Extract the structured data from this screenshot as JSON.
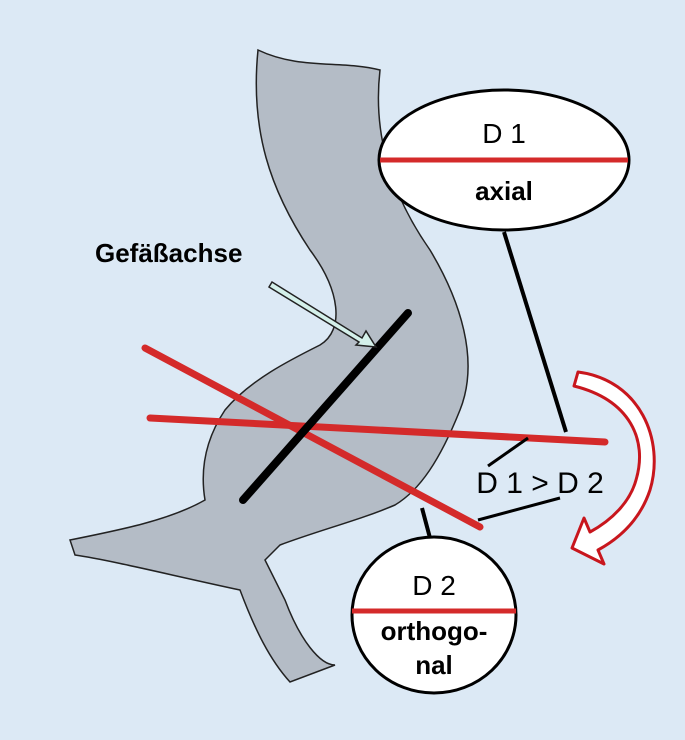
{
  "diagram": {
    "background_color": "#dce9f5",
    "vessel_color": "#b4bcc6",
    "measure_line_color": "#d42a2a",
    "axis_line_color": "#000000",
    "arrow_color": "#c8161d",
    "labels": {
      "vessel_axis": "Gefäßachse",
      "d1_title": "D 1",
      "d1_sub": "axial",
      "comparison": "D 1 > D 2",
      "d2_title": "D 2",
      "d2_sub_line1": "orthogo-",
      "d2_sub_line2": "nal"
    }
  }
}
